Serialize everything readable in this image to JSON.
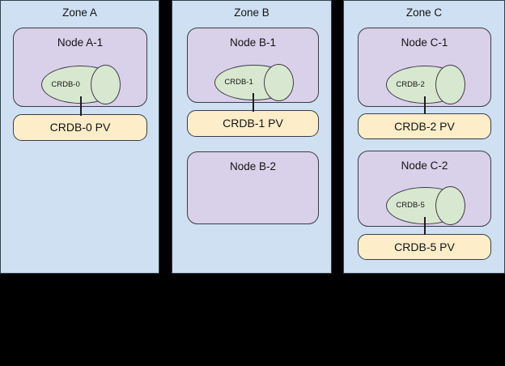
{
  "diagram": {
    "type": "kubernetes-zone-topology",
    "background_color": "#000000",
    "colors": {
      "zone_fill": "#cee0f2",
      "node_fill": "#d9d0e9",
      "database_fill": "#d8e8d0",
      "pv_fill": "#fdedc8",
      "stroke": "#3c3c46",
      "text": "#141414"
    }
  },
  "zones": [
    {
      "id": "zone-a",
      "title": "Zone A",
      "nodes": [
        {
          "id": "node-a-1",
          "title": "Node A-1",
          "database": {
            "label": "CRDB-0"
          },
          "pv": {
            "label": "CRDB-0 PV"
          }
        }
      ]
    },
    {
      "id": "zone-b",
      "title": "Zone B",
      "nodes": [
        {
          "id": "node-b-1",
          "title": "Node B-1",
          "database": {
            "label": "CRDB-1"
          },
          "pv": {
            "label": "CRDB-1 PV"
          }
        },
        {
          "id": "node-b-2",
          "title": "Node B-2",
          "database": null,
          "pv": null
        }
      ]
    },
    {
      "id": "zone-c",
      "title": "Zone C",
      "nodes": [
        {
          "id": "node-c-1",
          "title": "Node C-1",
          "database": {
            "label": "CRDB-2"
          },
          "pv": {
            "label": "CRDB-2 PV"
          }
        },
        {
          "id": "node-c-2",
          "title": "Node C-2",
          "database": {
            "label": "CRDB-5"
          },
          "pv": {
            "label": "CRDB-5 PV"
          }
        }
      ]
    }
  ]
}
